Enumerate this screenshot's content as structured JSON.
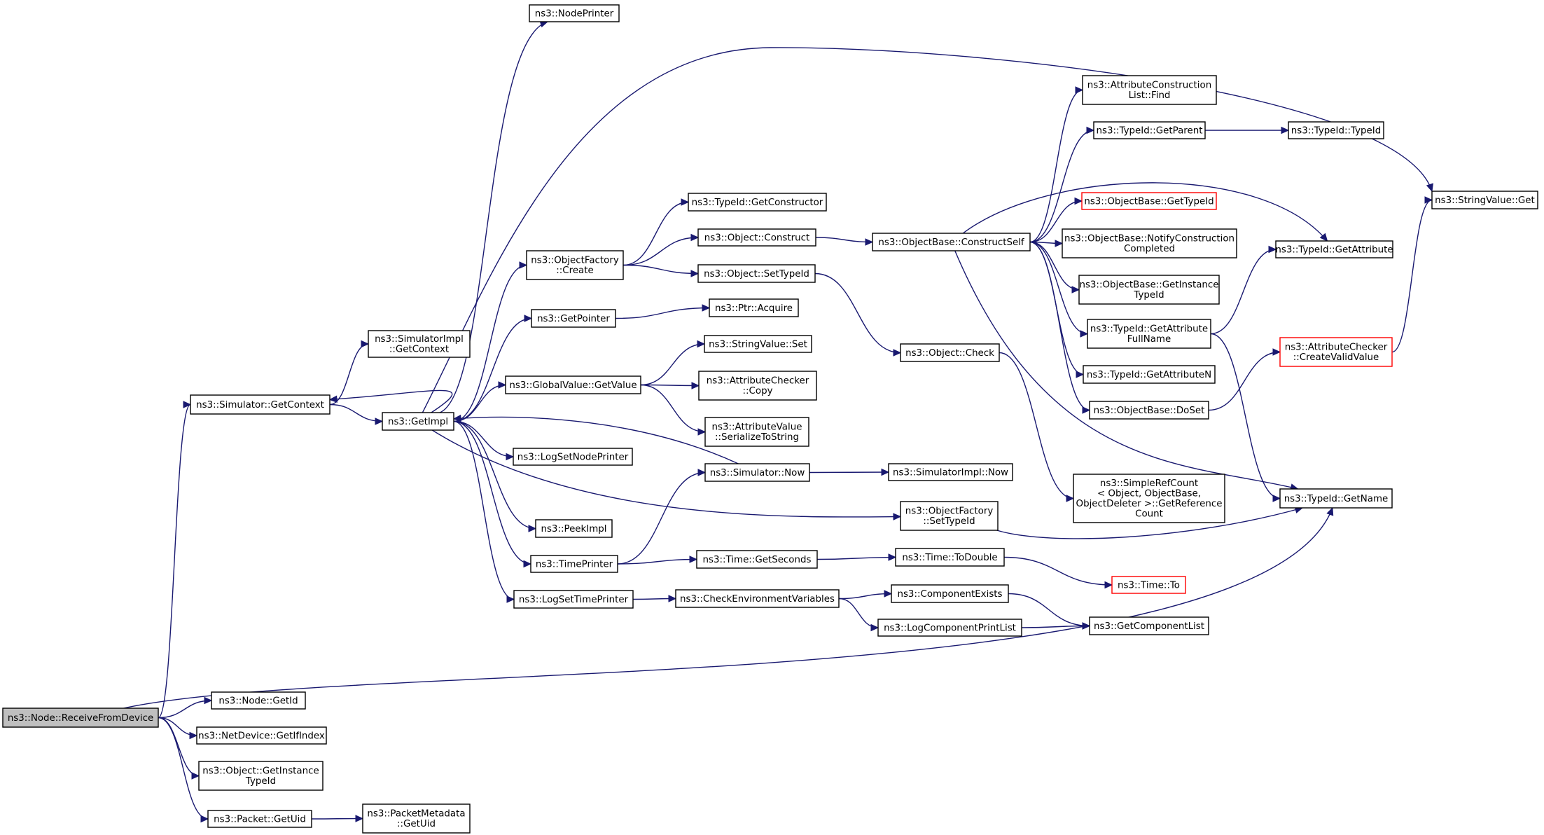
{
  "nodes": [
    {
      "id": "node-receive-from-device",
      "lines": [
        "ns3::Node::ReceiveFromDevice"
      ],
      "current": true
    },
    {
      "id": "node-simulator-getcontext",
      "lines": [
        "ns3::Simulator::GetContext"
      ]
    },
    {
      "id": "node-getid",
      "lines": [
        "ns3::Node::GetId"
      ]
    },
    {
      "id": "node-getifindex",
      "lines": [
        "ns3::NetDevice::GetIfIndex"
      ]
    },
    {
      "id": "node-object-getinstancetypeid",
      "lines": [
        "ns3::Object::GetInstance",
        "TypeId"
      ]
    },
    {
      "id": "node-packet-getuid",
      "lines": [
        "ns3::Packet::GetUid"
      ]
    },
    {
      "id": "node-typeid-getname",
      "lines": [
        "ns3::TypeId::GetName"
      ]
    },
    {
      "id": "node-simulatorimpl-getcontext",
      "lines": [
        "ns3::SimulatorImpl",
        "::GetContext"
      ]
    },
    {
      "id": "node-getimpl",
      "lines": [
        "ns3::GetImpl"
      ]
    },
    {
      "id": "node-packetmetadata-getuid",
      "lines": [
        "ns3::PacketMetadata",
        "::GetUid"
      ]
    },
    {
      "id": "node-nodeprinter",
      "lines": [
        "ns3::NodePrinter"
      ]
    },
    {
      "id": "node-objectfactory-create",
      "lines": [
        "ns3::ObjectFactory",
        "::Create"
      ]
    },
    {
      "id": "node-getpointer",
      "lines": [
        "ns3::GetPointer"
      ]
    },
    {
      "id": "node-globalvalue-getvalue",
      "lines": [
        "ns3::GlobalValue::GetValue"
      ]
    },
    {
      "id": "node-logsetnodeprinter",
      "lines": [
        "ns3::LogSetNodePrinter"
      ]
    },
    {
      "id": "node-peekimpl",
      "lines": [
        "ns3::PeekImpl"
      ]
    },
    {
      "id": "node-timeprinter",
      "lines": [
        "ns3::TimePrinter"
      ]
    },
    {
      "id": "node-logsettimeprinter",
      "lines": [
        "ns3::LogSetTimePrinter"
      ]
    },
    {
      "id": "node-typeid-getconstructor",
      "lines": [
        "ns3::TypeId::GetConstructor"
      ]
    },
    {
      "id": "node-object-construct",
      "lines": [
        "ns3::Object::Construct"
      ]
    },
    {
      "id": "node-object-settypeid",
      "lines": [
        "ns3::Object::SetTypeId"
      ]
    },
    {
      "id": "node-ptr-acquire",
      "lines": [
        "ns3::Ptr::Acquire"
      ]
    },
    {
      "id": "node-stringvalue-set",
      "lines": [
        "ns3::StringValue::Set"
      ]
    },
    {
      "id": "node-attributechecker-copy",
      "lines": [
        "ns3::AttributeChecker",
        "::Copy"
      ]
    },
    {
      "id": "node-attributevalue-serializetostring",
      "lines": [
        "ns3::AttributeValue",
        "::SerializeToString"
      ]
    },
    {
      "id": "node-simulator-now",
      "lines": [
        "ns3::Simulator::Now"
      ]
    },
    {
      "id": "node-objectfactory-settypeid",
      "lines": [
        "ns3::ObjectFactory",
        "::SetTypeId"
      ]
    },
    {
      "id": "node-time-getseconds",
      "lines": [
        "ns3::Time::GetSeconds"
      ]
    },
    {
      "id": "node-checkenvironmentvariables",
      "lines": [
        "ns3::CheckEnvironmentVariables"
      ]
    },
    {
      "id": "node-objectbase-constructself",
      "lines": [
        "ns3::ObjectBase::ConstructSelf"
      ]
    },
    {
      "id": "node-object-check",
      "lines": [
        "ns3::Object::Check"
      ]
    },
    {
      "id": "node-simulatorimpl-now",
      "lines": [
        "ns3::SimulatorImpl::Now"
      ]
    },
    {
      "id": "node-time-todouble",
      "lines": [
        "ns3::Time::ToDouble"
      ]
    },
    {
      "id": "node-componentexists",
      "lines": [
        "ns3::ComponentExists"
      ]
    },
    {
      "id": "node-logcomponentprintlist",
      "lines": [
        "ns3::LogComponentPrintList"
      ]
    },
    {
      "id": "node-attributeconstructionlist-find",
      "lines": [
        "ns3::AttributeConstruction",
        "List::Find"
      ]
    },
    {
      "id": "node-typeid-getparent",
      "lines": [
        "ns3::TypeId::GetParent"
      ]
    },
    {
      "id": "node-objectbase-gettypeid",
      "lines": [
        "ns3::ObjectBase::GetTypeId"
      ],
      "red": true
    },
    {
      "id": "node-objectbase-notifyconstructioncompleted",
      "lines": [
        "ns3::ObjectBase::NotifyConstruction",
        "Completed"
      ]
    },
    {
      "id": "node-objectbase-getinstancetypeid",
      "lines": [
        "ns3::ObjectBase::GetInstance",
        "TypeId"
      ]
    },
    {
      "id": "node-typeid-getattributefullname",
      "lines": [
        "ns3::TypeId::GetAttribute",
        "FullName"
      ]
    },
    {
      "id": "node-typeid-getattributen",
      "lines": [
        "ns3::TypeId::GetAttributeN"
      ]
    },
    {
      "id": "node-objectbase-doset",
      "lines": [
        "ns3::ObjectBase::DoSet"
      ]
    },
    {
      "id": "node-simplerefcount-getreferencecount",
      "lines": [
        "ns3::SimpleRefCount",
        "< Object, ObjectBase,",
        "ObjectDeleter >::GetReference",
        "Count"
      ]
    },
    {
      "id": "node-time-to",
      "lines": [
        "ns3::Time::To"
      ],
      "red": true
    },
    {
      "id": "node-getcomponentlist",
      "lines": [
        "ns3::GetComponentList"
      ]
    },
    {
      "id": "node-typeid-typeid",
      "lines": [
        "ns3::TypeId::TypeId"
      ]
    },
    {
      "id": "node-typeid-getattribute",
      "lines": [
        "ns3::TypeId::GetAttribute"
      ]
    },
    {
      "id": "node-attributechecker-createvalidvalue",
      "lines": [
        "ns3::AttributeChecker",
        "::CreateValidValue"
      ],
      "red": true
    },
    {
      "id": "node-stringvalue-get",
      "lines": [
        "ns3::StringValue::Get"
      ]
    }
  ],
  "edges": [
    [
      "node-receive-from-device",
      "node-simulator-getcontext"
    ],
    [
      "node-receive-from-device",
      "node-getid"
    ],
    [
      "node-receive-from-device",
      "node-getifindex"
    ],
    [
      "node-receive-from-device",
      "node-object-getinstancetypeid"
    ],
    [
      "node-receive-from-device",
      "node-packet-getuid"
    ],
    [
      "node-receive-from-device",
      "node-typeid-getname"
    ],
    [
      "node-simulator-getcontext",
      "node-simulatorimpl-getcontext"
    ],
    [
      "node-simulator-getcontext",
      "node-getimpl"
    ],
    [
      "node-getimpl",
      "node-simulator-getcontext"
    ],
    [
      "node-getimpl",
      "node-nodeprinter"
    ],
    [
      "node-getimpl",
      "node-stringvalue-get"
    ],
    [
      "node-getimpl",
      "node-objectfactory-create"
    ],
    [
      "node-getimpl",
      "node-getpointer"
    ],
    [
      "node-getimpl",
      "node-globalvalue-getvalue"
    ],
    [
      "node-getimpl",
      "node-logsetnodeprinter"
    ],
    [
      "node-getimpl",
      "node-objectfactory-settypeid"
    ],
    [
      "node-getimpl",
      "node-peekimpl"
    ],
    [
      "node-getimpl",
      "node-timeprinter"
    ],
    [
      "node-getimpl",
      "node-logsettimeprinter"
    ],
    [
      "node-packet-getuid",
      "node-packetmetadata-getuid"
    ],
    [
      "node-objectfactory-create",
      "node-typeid-getconstructor"
    ],
    [
      "node-objectfactory-create",
      "node-object-construct"
    ],
    [
      "node-objectfactory-create",
      "node-object-settypeid"
    ],
    [
      "node-getpointer",
      "node-ptr-acquire"
    ],
    [
      "node-globalvalue-getvalue",
      "node-stringvalue-set"
    ],
    [
      "node-globalvalue-getvalue",
      "node-attributechecker-copy"
    ],
    [
      "node-globalvalue-getvalue",
      "node-attributevalue-serializetostring"
    ],
    [
      "node-simulator-now",
      "node-getimpl"
    ],
    [
      "node-simulator-now",
      "node-simulatorimpl-now"
    ],
    [
      "node-timeprinter",
      "node-simulator-now"
    ],
    [
      "node-timeprinter",
      "node-time-getseconds"
    ],
    [
      "node-logsettimeprinter",
      "node-checkenvironmentvariables"
    ],
    [
      "node-object-construct",
      "node-objectbase-constructself"
    ],
    [
      "node-object-settypeid",
      "node-object-check"
    ],
    [
      "node-object-check",
      "node-simplerefcount-getreferencecount"
    ],
    [
      "node-objectfactory-settypeid",
      "node-typeid-getname"
    ],
    [
      "node-time-getseconds",
      "node-time-todouble"
    ],
    [
      "node-time-todouble",
      "node-time-to"
    ],
    [
      "node-checkenvironmentvariables",
      "node-componentexists"
    ],
    [
      "node-checkenvironmentvariables",
      "node-logcomponentprintlist"
    ],
    [
      "node-componentexists",
      "node-getcomponentlist"
    ],
    [
      "node-logcomponentprintlist",
      "node-getcomponentlist"
    ],
    [
      "node-objectbase-constructself",
      "node-attributeconstructionlist-find"
    ],
    [
      "node-objectbase-constructself",
      "node-typeid-getparent"
    ],
    [
      "node-objectbase-constructself",
      "node-typeid-getattribute"
    ],
    [
      "node-objectbase-constructself",
      "node-objectbase-gettypeid"
    ],
    [
      "node-objectbase-constructself",
      "node-objectbase-notifyconstructioncompleted"
    ],
    [
      "node-objectbase-constructself",
      "node-objectbase-getinstancetypeid"
    ],
    [
      "node-objectbase-constructself",
      "node-typeid-getattributefullname"
    ],
    [
      "node-objectbase-constructself",
      "node-typeid-getattributen"
    ],
    [
      "node-objectbase-constructself",
      "node-objectbase-doset"
    ],
    [
      "node-objectbase-constructself",
      "node-typeid-getname"
    ],
    [
      "node-typeid-getparent",
      "node-typeid-typeid"
    ],
    [
      "node-typeid-getattributefullname",
      "node-typeid-getattribute"
    ],
    [
      "node-typeid-getattributefullname",
      "node-typeid-getname"
    ],
    [
      "node-objectbase-doset",
      "node-attributechecker-createvalidvalue"
    ],
    [
      "node-attributechecker-createvalidvalue",
      "node-stringvalue-get"
    ]
  ],
  "colors": {
    "edge": "#191970",
    "node_border": "#000000",
    "node_highlight": "#bfbfbf",
    "node_error_border": "#ff0000"
  }
}
